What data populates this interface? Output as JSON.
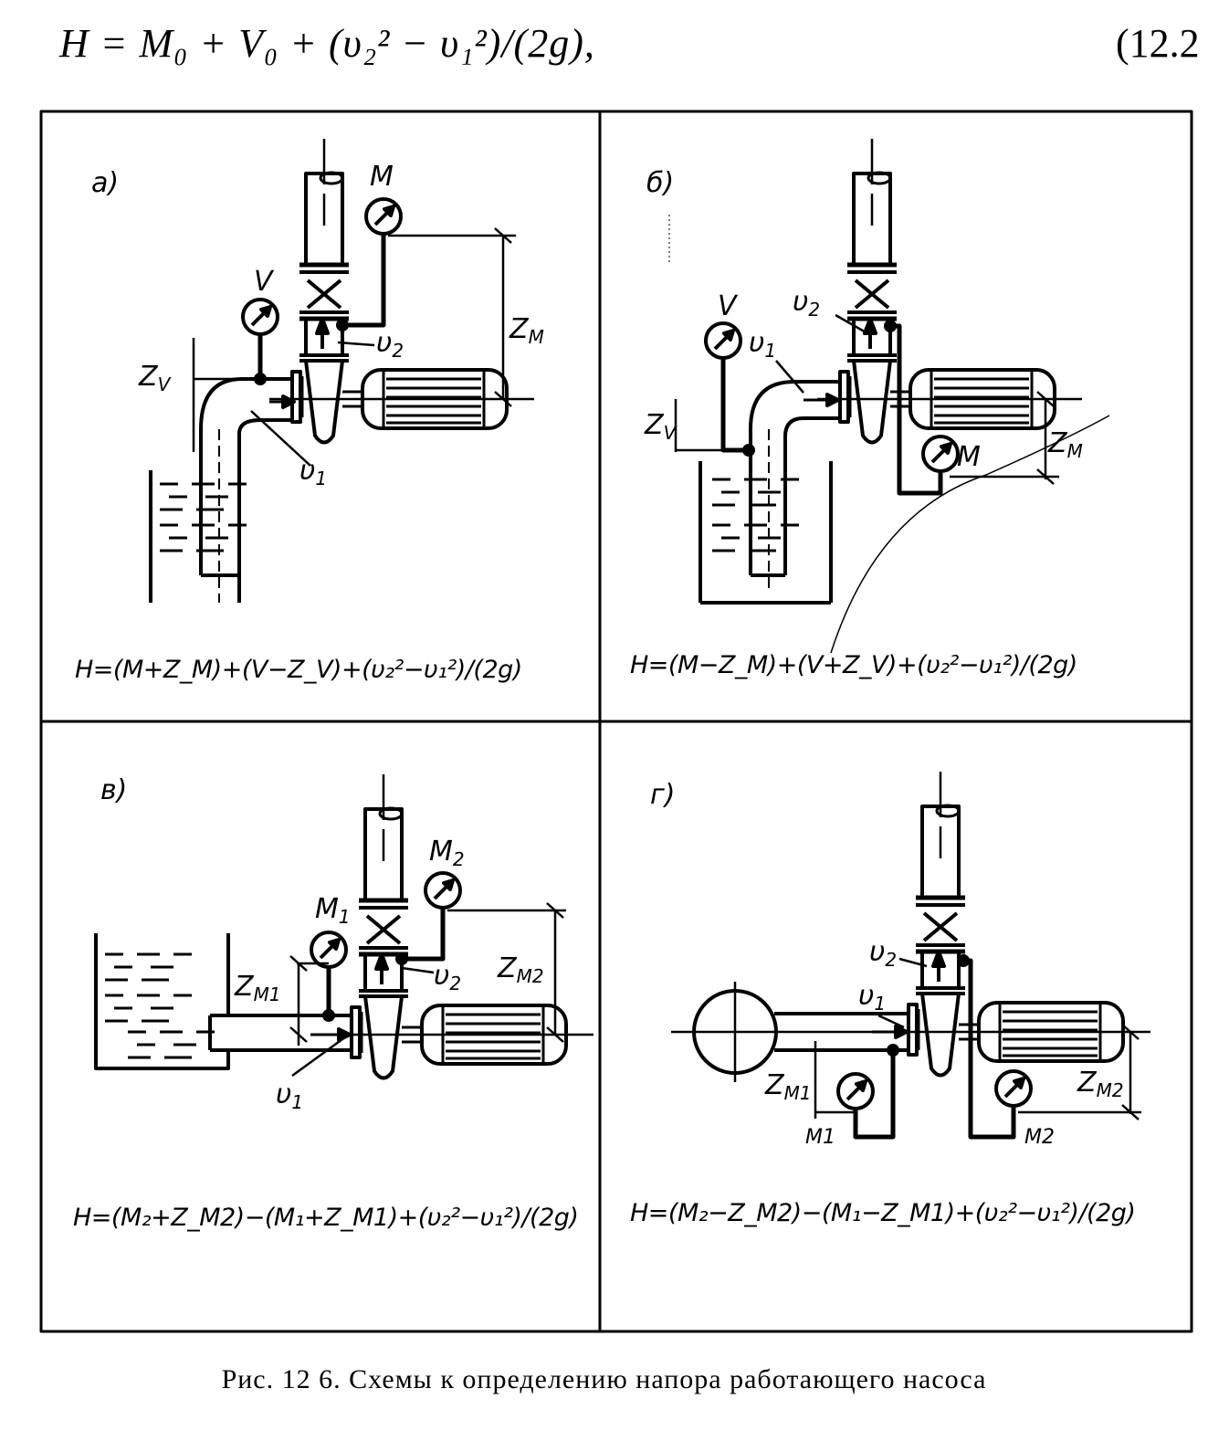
{
  "equation": {
    "text": "H = M₀ + V₀ + (υ₂² − υ₁²)/(2g),",
    "number": "(12.2"
  },
  "panels": [
    {
      "id": "a",
      "tag": "a)",
      "formula": "H=(M+Z_M)+(V−Z_V)+(υ₂²−υ₁²)/(2g)",
      "labels": {
        "M": "M",
        "V": "V",
        "zv": "Z",
        "zv_sub": "V",
        "zm": "Z",
        "zm_sub": "M",
        "u1": "υ",
        "u1_sub": "1",
        "u2": "υ",
        "u2_sub": "2"
      }
    },
    {
      "id": "b",
      "tag": "б)",
      "formula": "H=(M−Z_M)+(V+Z_V)+(υ₂²−υ₁²)/(2g)",
      "labels": {
        "M": "M",
        "V": "V",
        "zv": "Z",
        "zv_sub": "V",
        "zm": "Z",
        "zm_sub": "M",
        "u1": "υ",
        "u1_sub": "1",
        "u2": "υ",
        "u2_sub": "2"
      }
    },
    {
      "id": "v",
      "tag": "в)",
      "formula": "H=(M₂+Z_M2)−(M₁+Z_M1)+(υ₂²−υ₁²)/(2g)",
      "labels": {
        "M1": "M",
        "M1_sub": "1",
        "M2": "M",
        "M2_sub": "2",
        "zm1": "Z",
        "zm1_sub": "M1",
        "zm2": "Z",
        "zm2_sub": "M2",
        "u1": "υ",
        "u1_sub": "1",
        "u2": "υ",
        "u2_sub": "2"
      }
    },
    {
      "id": "g",
      "tag": "г)",
      "formula": "H=(M₂−Z_M2)−(M₁−Z_M1)+(υ₂²−υ₁²)/(2g)",
      "labels": {
        "M1": "M1",
        "M2": "M2",
        "zm1": "Z",
        "zm1_sub": "M1",
        "zm2": "Z",
        "zm2_sub": "M2",
        "u1": "υ",
        "u1_sub": "1",
        "u2": "υ",
        "u2_sub": "2"
      }
    }
  ],
  "caption": "Рис. 12 6. Схемы к определению напора работающего насоса"
}
